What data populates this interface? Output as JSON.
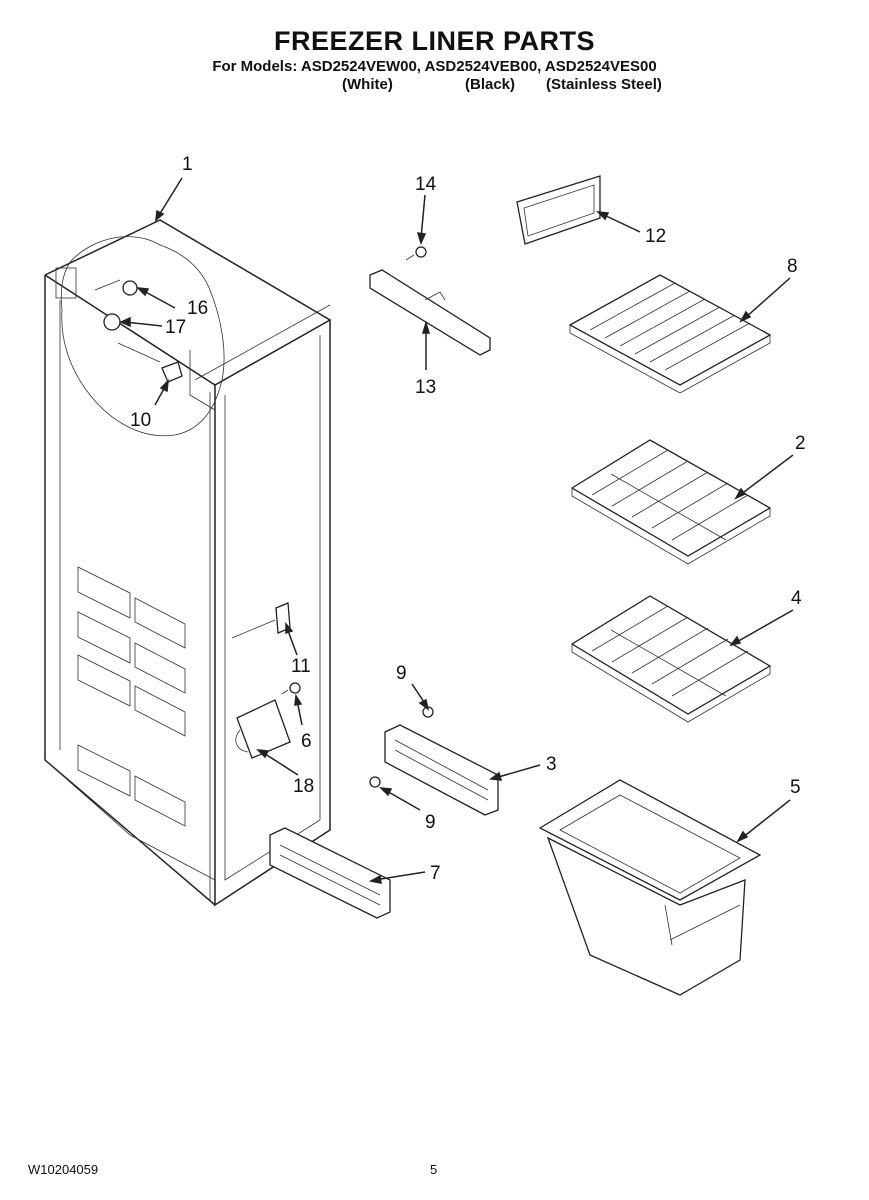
{
  "header": {
    "title": "FREEZER LINER PARTS",
    "models_line": "For Models: ASD2524VEW00, ASD2524VEB00, ASD2524VES00",
    "variant_white": "(White)",
    "variant_black": "(Black)",
    "variant_stainless": "(Stainless Steel)"
  },
  "callouts": {
    "p1": "1",
    "p2": "2",
    "p3": "3",
    "p4": "4",
    "p5": "5",
    "p6": "6",
    "p7": "7",
    "p8": "8",
    "p9a": "9",
    "p9b": "9",
    "p10": "10",
    "p11": "11",
    "p12": "12",
    "p13": "13",
    "p14": "14",
    "p16": "16",
    "p17": "17",
    "p18": "18"
  },
  "footer": {
    "doc_number": "W10204059",
    "page_number": "5"
  }
}
